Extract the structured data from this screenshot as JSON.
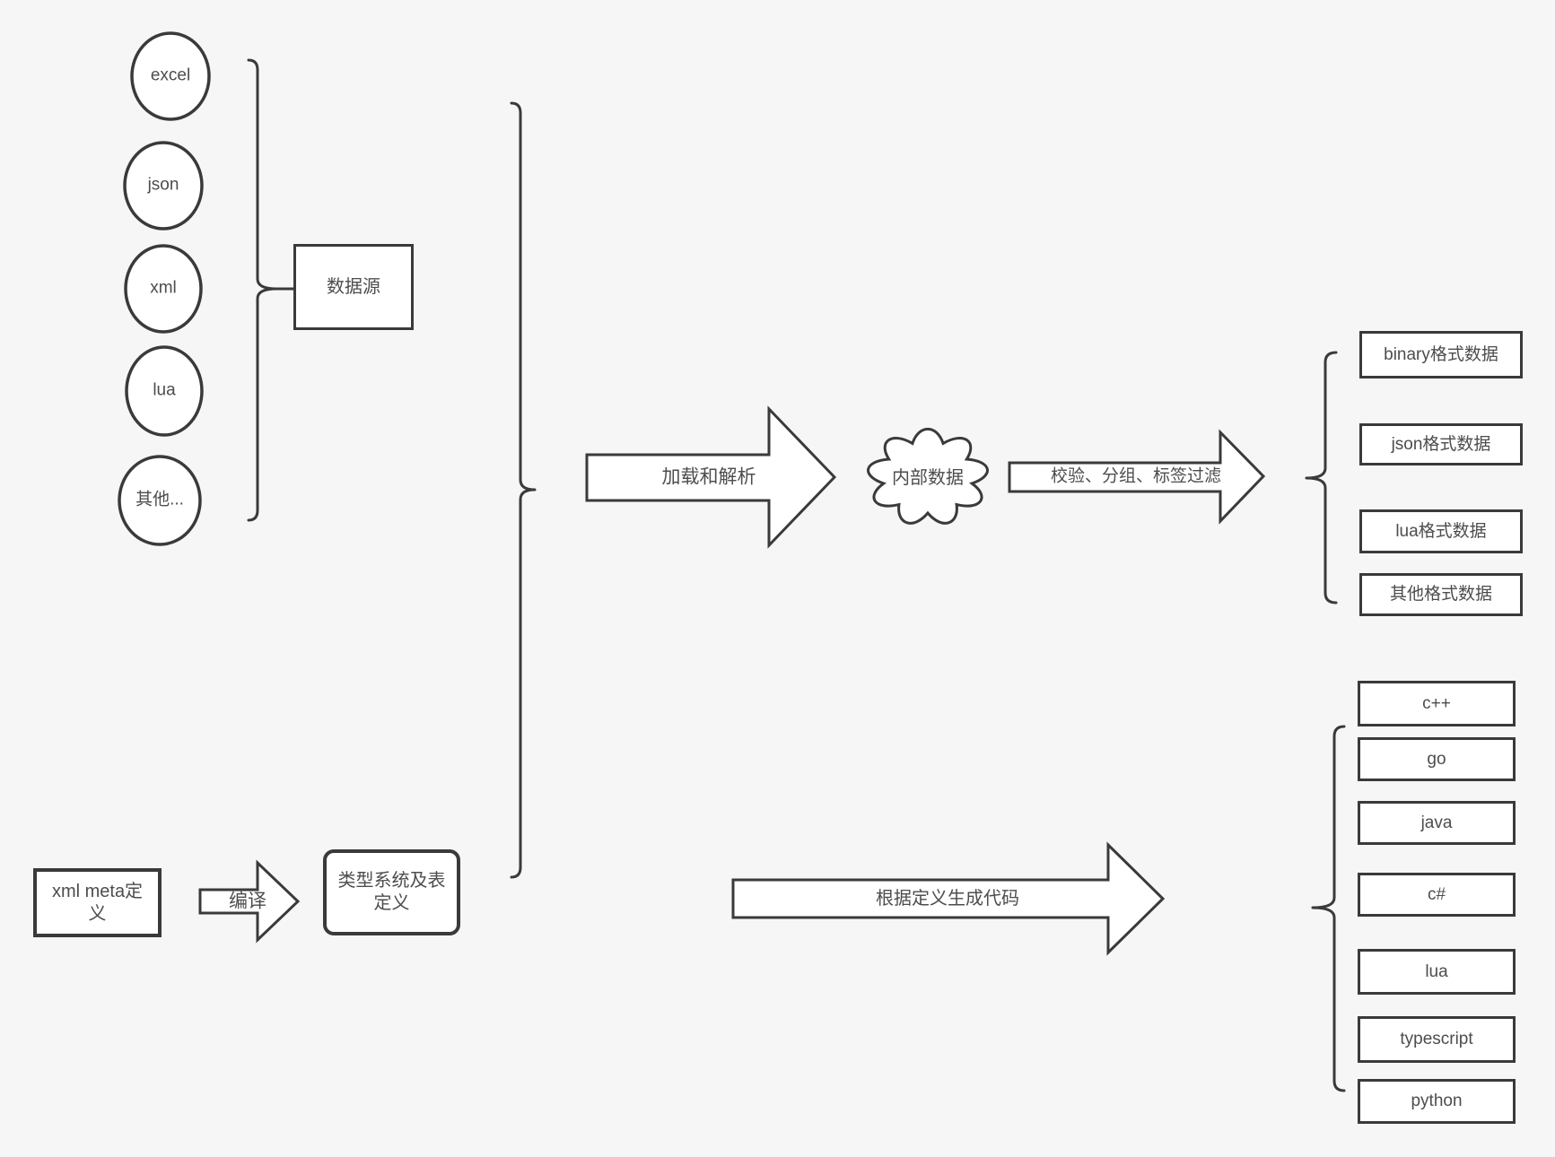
{
  "colors": {
    "background": "#f6f6f6",
    "stroke": "#3a3a3a",
    "text": "#4d4d4d",
    "node_fill": "#ffffff"
  },
  "sources": {
    "items": [
      "excel",
      "json",
      "xml",
      "lua",
      "其他..."
    ],
    "group_label": "数据源"
  },
  "definitions": {
    "xml_meta": "xml meta定义",
    "compile_arrow": "编译",
    "type_system": "类型系统及表定义"
  },
  "pipeline": {
    "load_parse_arrow": "加载和解析",
    "internal_data": "内部数据",
    "filter_arrow": "校验、分组、标签过滤",
    "generate_code_arrow": "根据定义生成代码"
  },
  "outputs": {
    "formats": [
      "binary格式数据",
      "json格式数据",
      "lua格式数据",
      "其他格式数据"
    ],
    "languages": [
      "c++",
      "go",
      "java",
      "c#",
      "lua",
      "typescript",
      "python"
    ]
  }
}
